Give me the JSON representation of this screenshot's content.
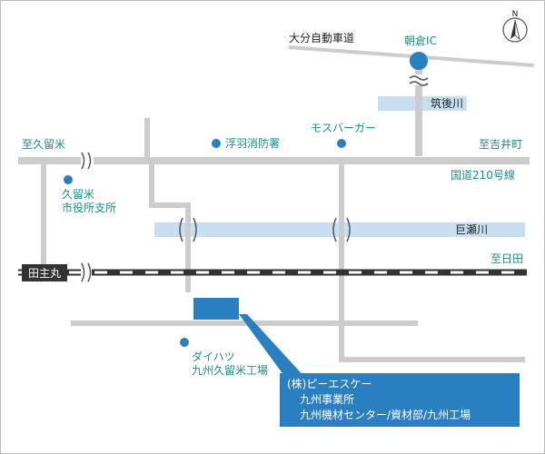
{
  "colors": {
    "road": "#cccccc",
    "river": "#c7dff0",
    "rail_dark": "#333333",
    "rail_light": "#ffffff",
    "accent_blue": "#2a7fc1",
    "label_green": "#1b8f85",
    "label_dark": "#222222",
    "callout_bg": "#2a7fc1",
    "callout_text": "#ffffff"
  },
  "expressway": {
    "label": "大分自動車道"
  },
  "interchange": {
    "label": "朝倉IC"
  },
  "rivers": {
    "chikugo": "筑後川",
    "kose": "巨瀬川"
  },
  "national_road": {
    "label": "国道210号線",
    "to_west": "至久留米",
    "to_east": "至吉井町"
  },
  "railway": {
    "station": "田主丸",
    "to_east": "至日田"
  },
  "landmarks": {
    "fire_station": "浮羽消防署",
    "mos_burger": "モスバーガー",
    "city_office": [
      "久留米",
      "市役所支所"
    ],
    "daihatsu": [
      "ダイハツ",
      "九州久留米工場"
    ]
  },
  "callout": {
    "lines": [
      "(株)ピーエスケー",
      "九州事業所",
      "九州機材センター/資材部/九州工場"
    ]
  },
  "compass": {
    "letter": "N"
  }
}
